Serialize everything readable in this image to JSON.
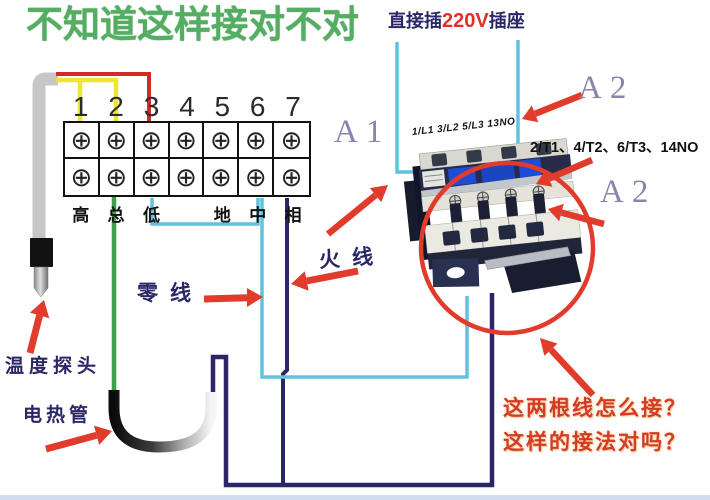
{
  "title": "不知道这样接对不对",
  "socket_note": {
    "prefix": "直接插",
    "voltage": "220V",
    "suffix": "插座"
  },
  "coil_labels": {
    "a1": "A1",
    "a2_top": "A2",
    "a2_mid": "A2"
  },
  "contactor": {
    "top_terminals": "1/L1 3/L2 5/L3 13NO",
    "bottom_terminals": "2/T1、4/T2、6/T3、14NO"
  },
  "terminal_block": {
    "numbers": [
      "1",
      "2",
      "3",
      "4",
      "5",
      "6",
      "7"
    ],
    "labels": [
      "高",
      "总",
      "低",
      "",
      "地",
      "中",
      "相"
    ]
  },
  "wire_labels": {
    "neutral": "零线",
    "live": "火线"
  },
  "component_labels": {
    "probe": "温度探头",
    "heater": "电热管"
  },
  "questions": {
    "line1": "这两根线怎么接？",
    "line2": "这样的接法对吗？"
  },
  "icons": {
    "screw": "⊕"
  },
  "colors": {
    "title_green": "#54ae62",
    "label_navy": "#2b2767",
    "annotation_red": "#e13b2c",
    "question_red": "#d43a28",
    "neutral_wire_cyan": "#5fc3de",
    "live_wire_navy": "#2b2767",
    "green_wire": "#3ba24a",
    "yellow_wire": "#ece62e",
    "red_wire": "#cf2b28",
    "voltage_red": "#e03028",
    "coil_label_purple": "#8d83ad"
  }
}
